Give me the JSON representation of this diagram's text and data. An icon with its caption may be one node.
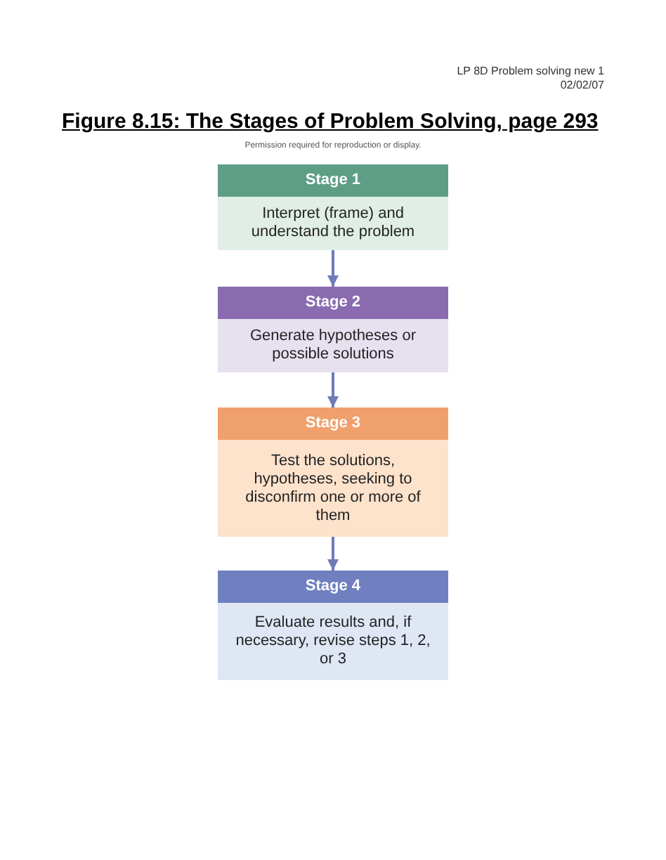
{
  "diagram": {
    "title": "Figure 8.15: The Stages of Problem Solving, page 293",
    "nodes": [
      {
        "text": [
          "Stage 1",
          "Interpret (frame) and understand the problem"
        ]
      },
      {
        "text": [
          "Stage 2",
          "Generate hypotheses or possible solutions"
        ]
      },
      {
        "text": [
          "Stage 3",
          "Test the solutions, hypotheses, seeking to disconfirm one or more of them"
        ]
      },
      {
        "text": [
          "Stage 4",
          "Evaluate results and, if necessary, revise steps 1, 2, or 3"
        ]
      }
    ],
    "edges": [
      {
        "from": 0,
        "to": 1,
        "arrow": "to"
      },
      {
        "from": 1,
        "to": 2,
        "arrow": "to"
      },
      {
        "from": 2,
        "to": 3,
        "arrow": "to"
      }
    ],
    "labels": [
      "LP 8D Problem solving new 1",
      "02/02/07",
      "Permission required for reproduction or display."
    ]
  }
}
